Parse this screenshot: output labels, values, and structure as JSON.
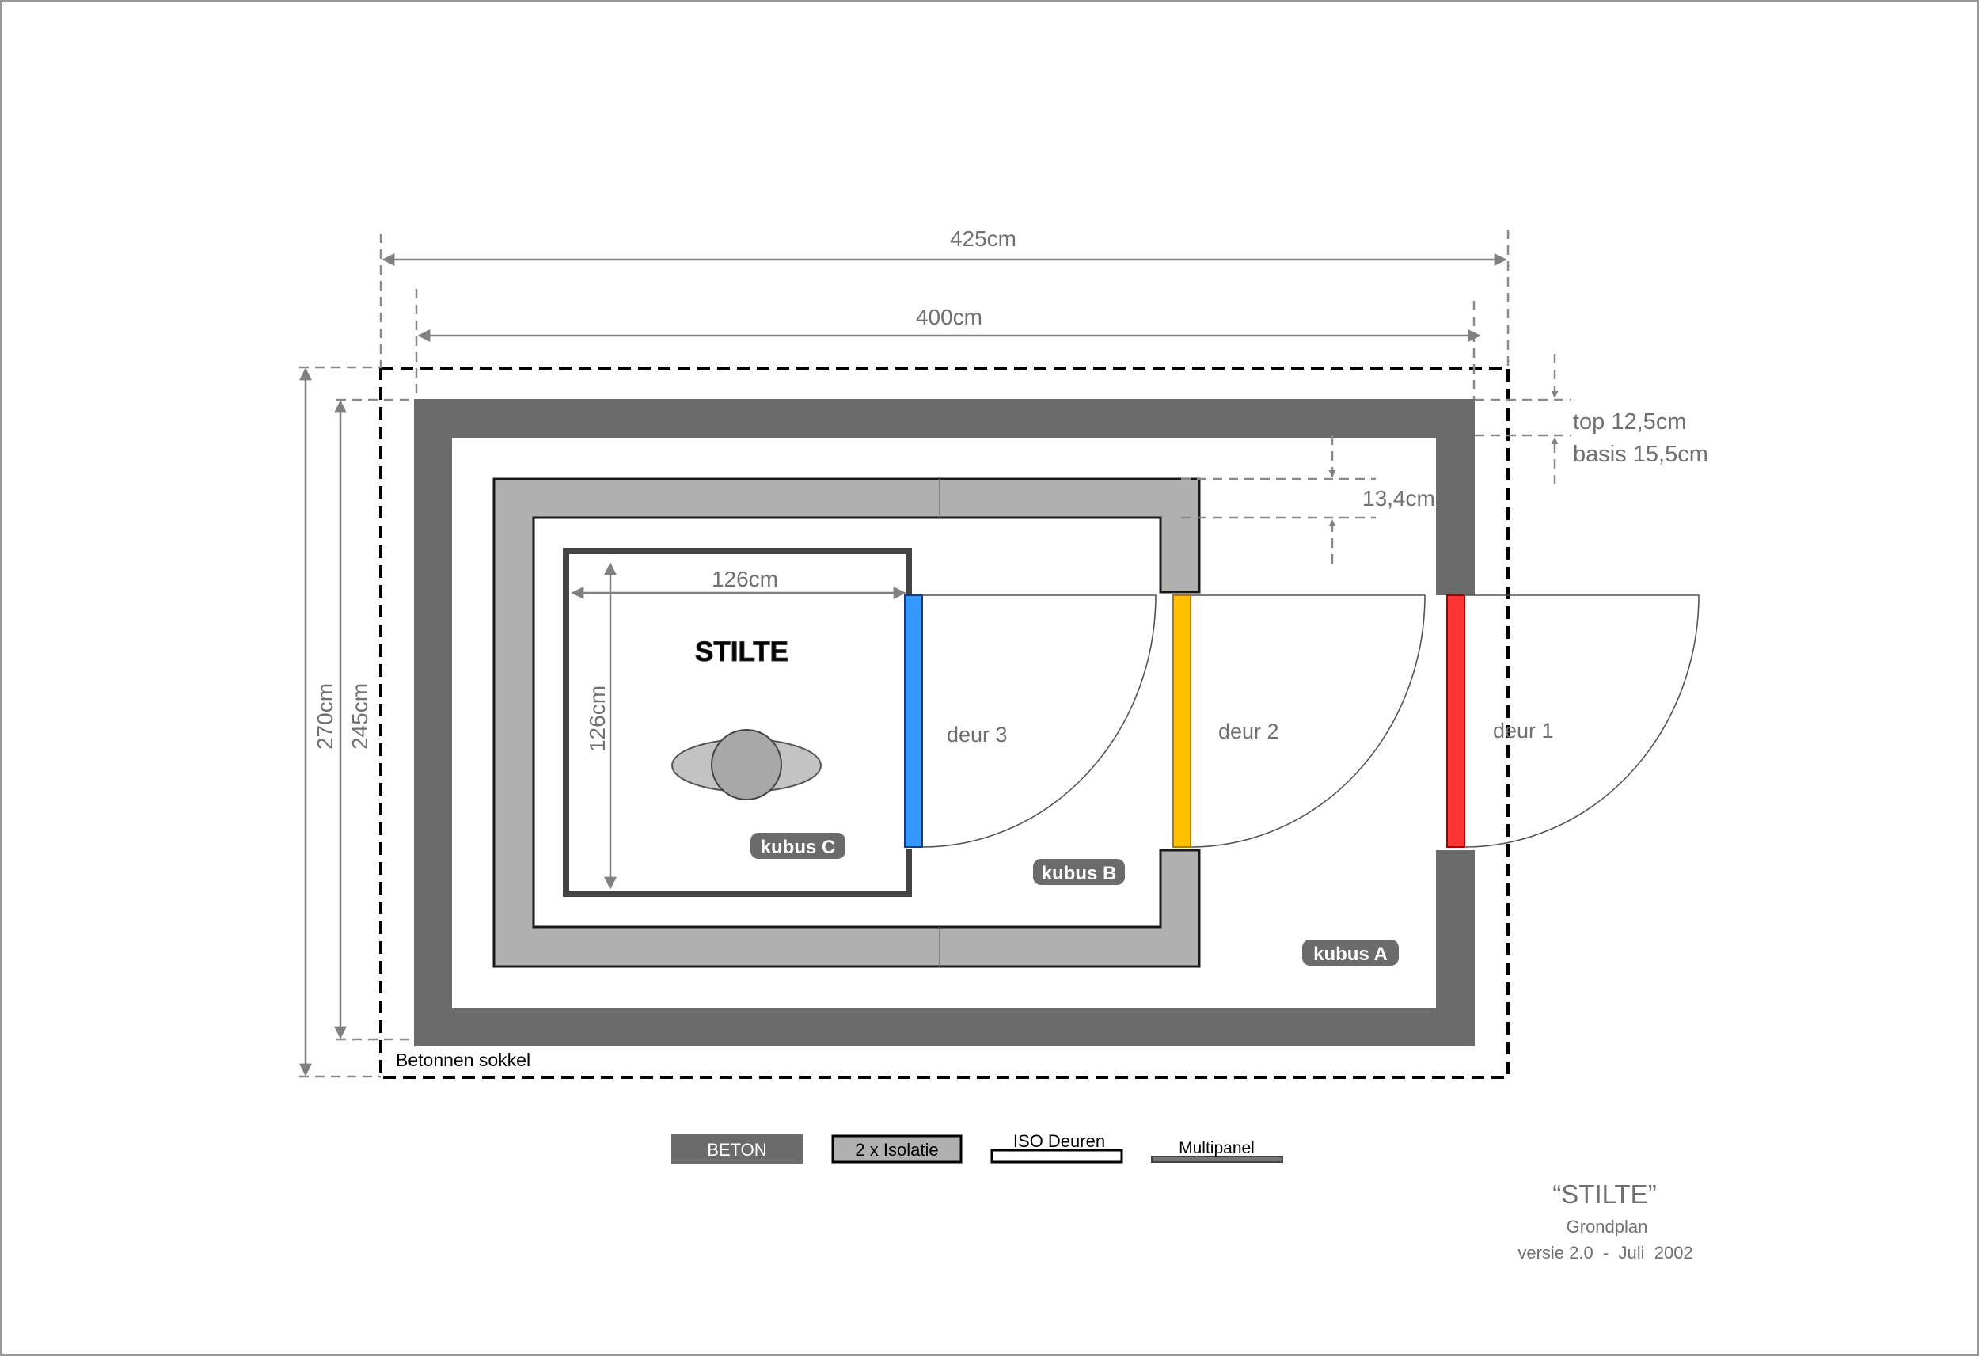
{
  "dimensions": {
    "outer_width": "425cm",
    "inner_width": "400cm",
    "outer_height": "270cm",
    "inner_height": "245cm",
    "wall_top": "top 12,5cm",
    "wall_base": "basis 15,5cm",
    "gap": "13,4cm",
    "cube_width": "126cm",
    "cube_height": "126cm"
  },
  "rooms": {
    "title": "STILTE",
    "kubus_a": "kubus A",
    "kubus_b": "kubus B",
    "kubus_c": "kubus C"
  },
  "doors": {
    "door1": "deur 1",
    "door2": "deur 2",
    "door3": "deur 3",
    "door1_color": "#ff3333",
    "door2_color": "#ffc000",
    "door3_color": "#3399ff"
  },
  "base_label": "Betonnen sokkel",
  "legend": {
    "concrete": "BETON",
    "insulation": "2 x Isolatie",
    "iso_doors": "ISO Deuren",
    "multipanel": "Multipanel"
  },
  "titleblock": {
    "title": "“STILTE”",
    "subtitle": "Grondplan",
    "version": "versie 2.0  -  Juli  2002"
  },
  "colors": {
    "concrete": "#6b6b6b",
    "insulation": "#b0b0b0",
    "figure": "#a8a8a8",
    "figure_ellipse": "#c4c4c4"
  }
}
